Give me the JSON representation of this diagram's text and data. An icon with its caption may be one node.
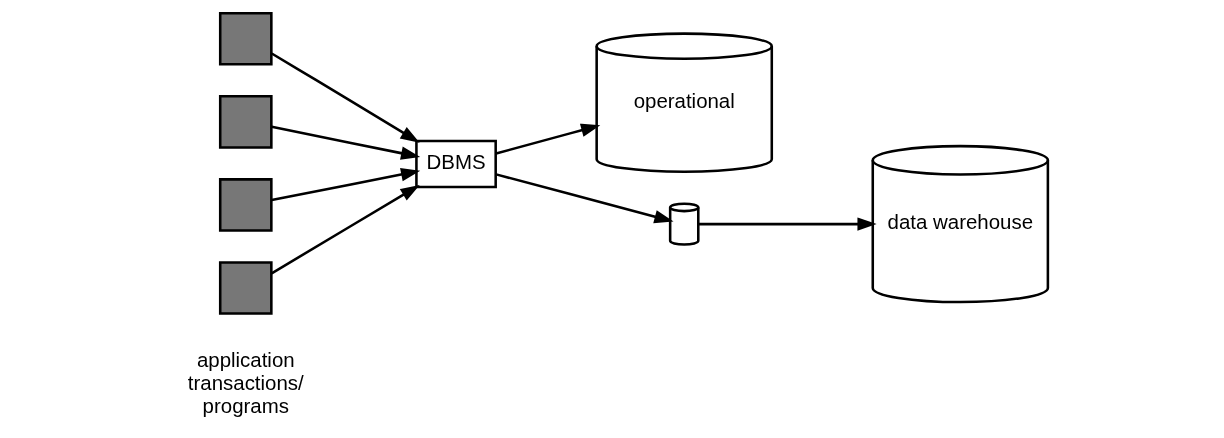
{
  "diagram": {
    "nodes": [
      {
        "text": [],
        "shape": "box"
      },
      {
        "text": [],
        "shape": "box"
      },
      {
        "text": [],
        "shape": "box"
      },
      {
        "text": [],
        "shape": "box"
      },
      {
        "text": [
          "DBMS"
        ]
      },
      {
        "text": [
          "operational"
        ]
      },
      {
        "text": [],
        "shape": "cylinder"
      },
      {
        "text": [
          "data warehouse"
        ]
      }
    ],
    "edges": [
      {
        "from": 0,
        "to": 4,
        "arrow": "to"
      },
      {
        "from": 1,
        "to": 4,
        "arrow": "to"
      },
      {
        "from": 2,
        "to": 4,
        "arrow": "to"
      },
      {
        "from": 3,
        "to": 4,
        "arrow": "to"
      },
      {
        "from": 4,
        "to": 5,
        "arrow": "to"
      },
      {
        "from": 4,
        "to": 6,
        "arrow": "to"
      },
      {
        "from": 6,
        "to": 7,
        "arrow": "to"
      }
    ],
    "labels": [
      "application transactions/ programs"
    ]
  }
}
